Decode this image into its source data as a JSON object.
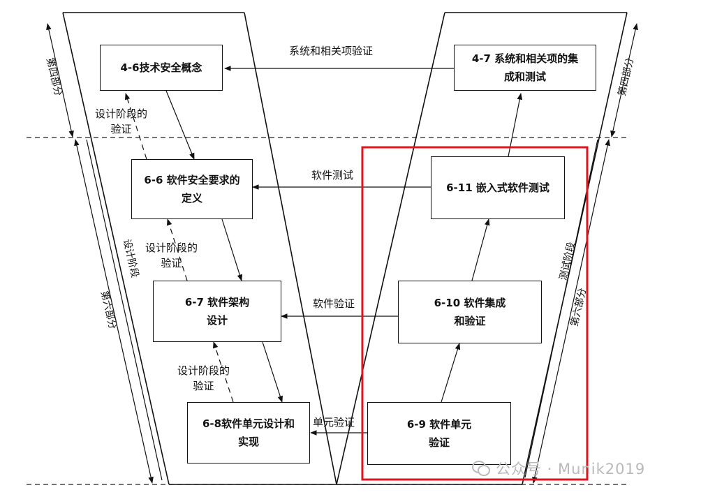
{
  "boxes": {
    "b_4_6": "4-6技术安全概念",
    "b_4_7": "4-7  系统和相关项的集\n成和测试",
    "b_6_6": "6-6 软件安全要求的\n定义",
    "b_6_11": "6-11  嵌入式软件测试",
    "b_6_7": "6-7 软件架构\n设计",
    "b_6_10": "6-10 软件集成\n和验证",
    "b_6_8": "6-8软件单元设计和\n实现",
    "b_6_9": "6-9 软件单元\n验证"
  },
  "arrow_labels": {
    "system_verification": "系统和相关项验证",
    "software_test": "软件测试",
    "software_verification": "软件验证",
    "unit_verification": "单元验证"
  },
  "design_verification_labels": {
    "d1": "设计阶段的\n验证",
    "d2": "设计阶段的\n验证",
    "d3": "设计阶段的\n验证"
  },
  "side_labels": {
    "part4_left": "第四部分",
    "part4_right": "第四部分",
    "part6_left": "第六部分",
    "part6_right": "第六部分",
    "design_phase": "设计阶段",
    "test_phase": "测试阶段"
  },
  "watermark": {
    "text": "公众号 · Munik2019"
  },
  "colors": {
    "line": "#111111",
    "highlight": "#e0141e",
    "watermark": "#b9b9b9"
  }
}
